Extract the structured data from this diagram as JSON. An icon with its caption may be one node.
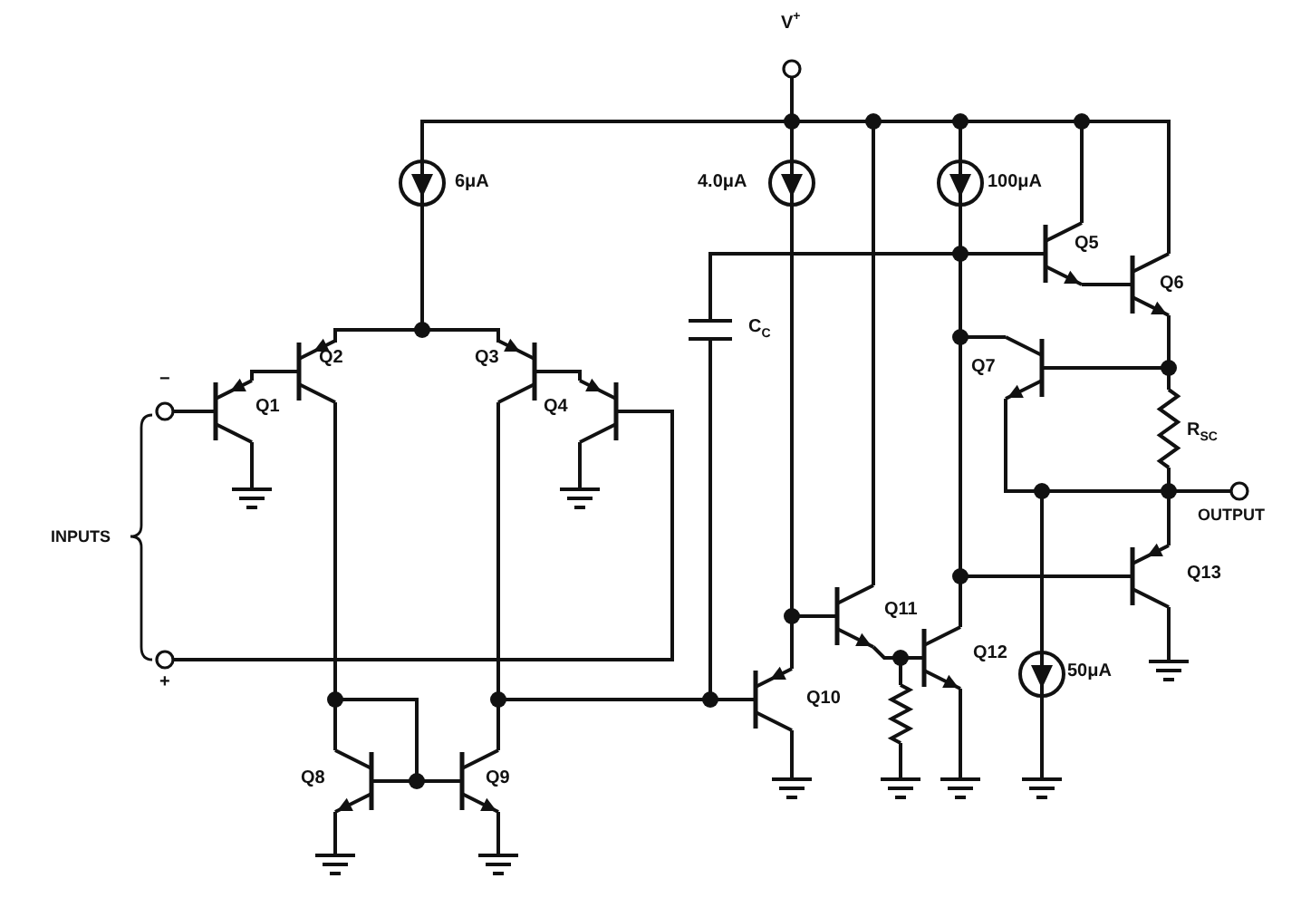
{
  "diagram": {
    "labels": [
      "V$^{+}$",
      "6μA",
      "4.0μA",
      "100μA",
      "Q5",
      "Q6",
      "C$_{C}$",
      "Q2",
      "Q3",
      "−",
      "Q1",
      "Q4",
      "Q7",
      "R$_{SC}$",
      "INPUTS",
      "OUTPUT",
      "Q13",
      "Q11",
      "Q12",
      "+",
      "Q10",
      "50μA",
      "Q8",
      "Q9"
    ]
  }
}
